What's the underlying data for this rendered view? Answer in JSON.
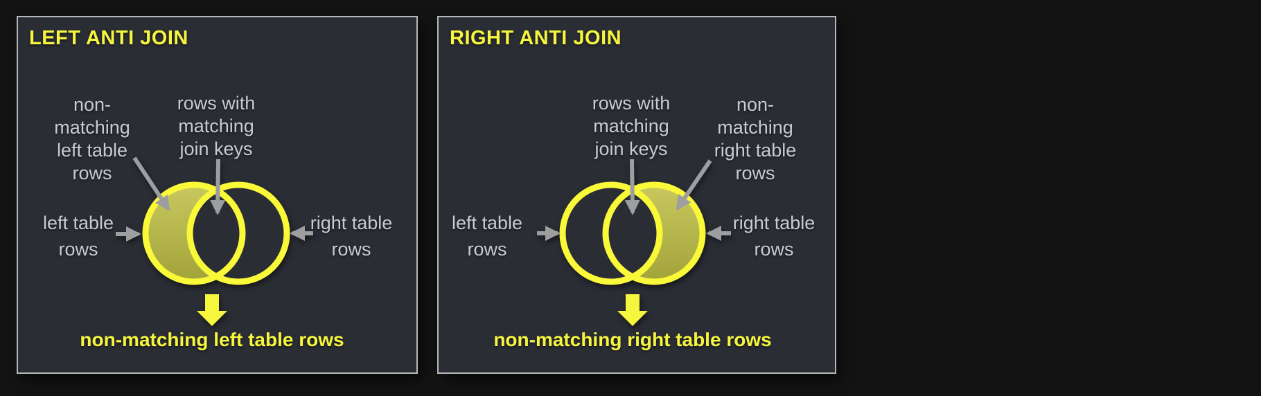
{
  "colors": {
    "page_background": "#131313",
    "panel_background": "#2b2d35",
    "panel_border": "#b6b7b9",
    "accent_yellow": "#f6f63e",
    "venn_stroke_yellow": "#f9f93a",
    "venn_fill_olive_top": "#c8c85e",
    "venn_fill_olive_bottom": "#a2a33a",
    "label_gray": "#cacbcd",
    "arrow_gray": "#9d9ea0"
  },
  "panels": [
    {
      "title": "LEFT ANTI JOIN",
      "labels": {
        "non_matching": "non-\nmatching\nleft table\nrows",
        "matching_keys": "rows with\nmatching\njoin keys",
        "left_table": "left table\nrows",
        "right_table": "right table\nrows"
      },
      "highlighted_region": "left circle excluding intersection",
      "result": "non-matching left table rows"
    },
    {
      "title": "RIGHT ANTI JOIN",
      "labels": {
        "matching_keys": "rows with\nmatching\njoin keys",
        "non_matching": "non-\nmatching\nright table\nrows",
        "left_table": "left table\nrows",
        "right_table": "right table\nrows"
      },
      "highlighted_region": "right circle excluding intersection",
      "result": "non-matching right table rows"
    }
  ]
}
